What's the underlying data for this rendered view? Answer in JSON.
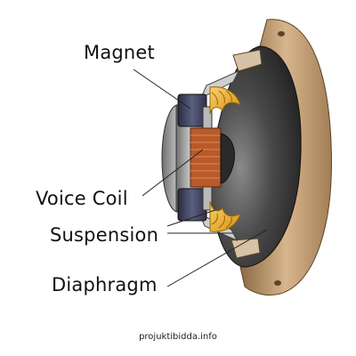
{
  "title": "",
  "labels": {
    "magnet": "Magnet",
    "voice_coil": "Voice Coil",
    "suspension": "Suspension",
    "diaphragm": "Diaphragm"
  },
  "credit": "projuktibidda.info",
  "colors": {
    "label_text": "#111111",
    "leader_line": "#222222",
    "basket_rim": "#c8a27a",
    "cone": "#3a3a3a",
    "magnet": "#3a3d55",
    "spider": "#e8a81a",
    "voice_coil": "#b85a2a",
    "frame_steel": "#9a9a9a"
  }
}
